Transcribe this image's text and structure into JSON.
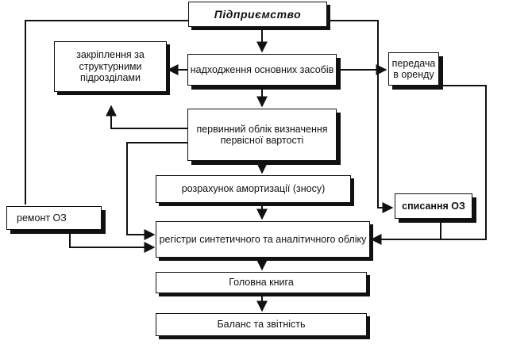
{
  "diagram": {
    "enterprise": "Підприємство",
    "assignment": "закріплення за структурними підрозділами",
    "receipt": "надходження основних засобів",
    "lease": "передача в оренду",
    "initial_accounting": "первинний облік визначення первісної вартості",
    "depreciation": "розрахунок амортизації (зносу)",
    "writeoff": "списання ОЗ",
    "repair": "ремонт ОЗ",
    "registers": "регістри синтетичного та аналітичного обліку",
    "ledger": "Головна книга",
    "balance": "Баланс та звітність"
  },
  "colors": {
    "line": "#111111",
    "box_fill": "#ffffff"
  }
}
